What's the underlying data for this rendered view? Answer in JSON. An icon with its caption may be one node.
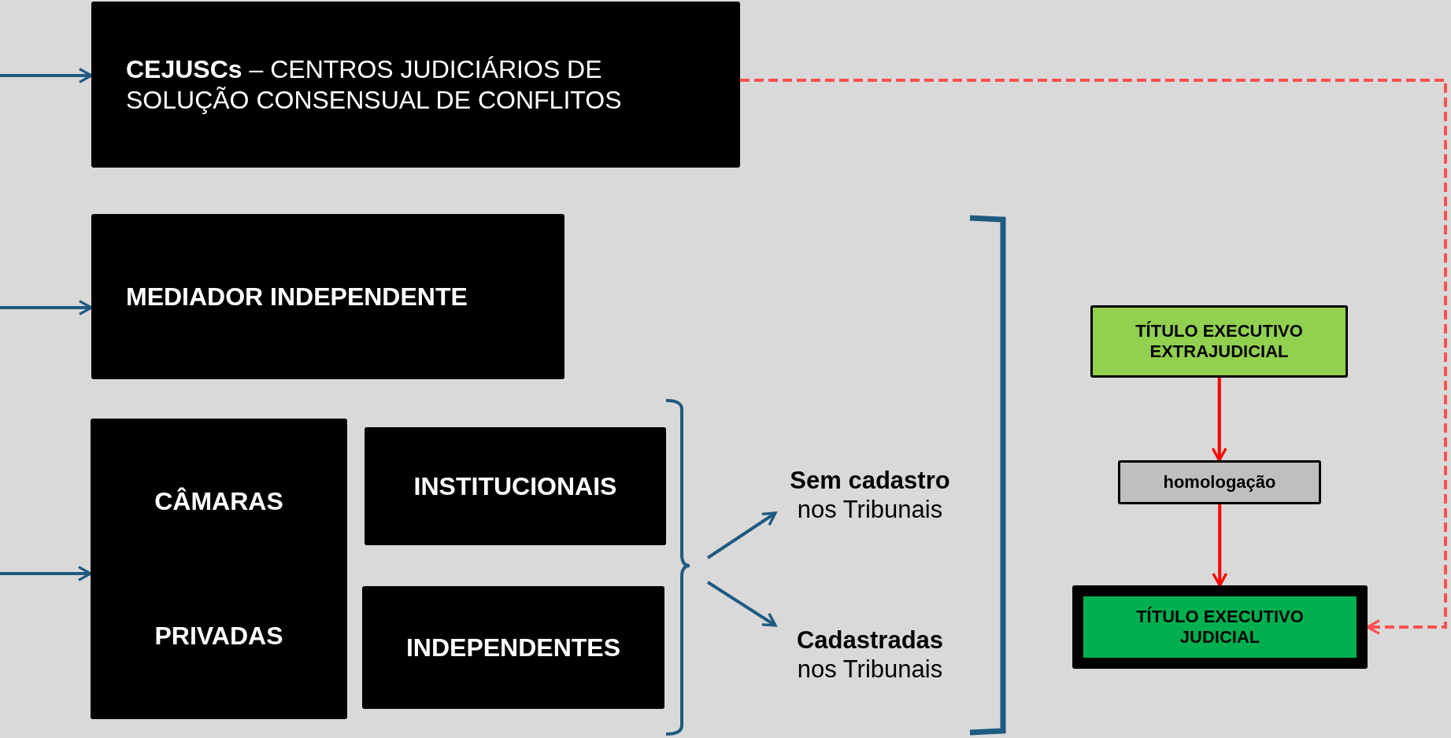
{
  "diagram": {
    "nodes": [
      {
        "text": [
          "**CEJUSCs** – CENTROS JUDICIÁRIOS DE SOLUÇÃO CONSENSUAL DE CONFLITOS"
        ]
      },
      {
        "text": [
          "MEDIADOR INDEPENDENTE"
        ]
      },
      {
        "text": [
          "CÂMARAS",
          "PRIVADAS"
        ]
      },
      {
        "text": [
          "INSTITUCIONAIS"
        ]
      },
      {
        "text": [
          "INDEPENDENTES"
        ]
      },
      {
        "text": [
          "**Sem cadastro** nos Tribunais"
        ]
      },
      {
        "text": [
          "**Cadastradas** nos Tribunais"
        ]
      },
      {
        "text": [
          "TÍTULO EXECUTIVO EXTRAJUDICIAL"
        ]
      },
      {
        "text": [
          "homologação"
        ]
      },
      {
        "text": [
          "TÍTULO EXECUTIVO JUDICIAL"
        ]
      }
    ],
    "edges": [
      {
        "from": null,
        "to": 0,
        "arrow": "to"
      },
      {
        "from": null,
        "to": 1,
        "arrow": "to"
      },
      {
        "from": null,
        "to": 2,
        "arrow": "to"
      },
      {
        "from": null,
        "to": 5,
        "arrow": "to"
      },
      {
        "from": null,
        "to": 6,
        "arrow": "to"
      },
      {
        "from": 7,
        "to": 8,
        "arrow": "to",
        "color": "#ff0000"
      },
      {
        "from": 8,
        "to": 9,
        "arrow": "to",
        "color": "#ff0000"
      },
      {
        "from": 0,
        "to": 9,
        "arrow": "to",
        "style": "dashed",
        "color": "#ff5050"
      }
    ]
  }
}
